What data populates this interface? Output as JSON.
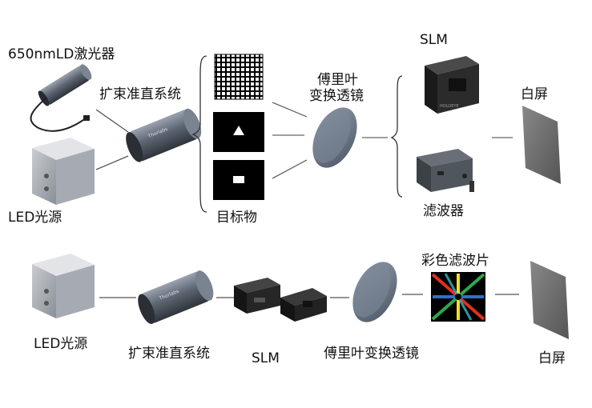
{
  "top": {
    "laser_label": "650nmLD激光器",
    "led_label": "LED光源",
    "expander_label": "扩束准直系统",
    "object_label": "目标物",
    "lens_label_line1": "傅里叶",
    "lens_label_line2": "变换透镜",
    "slm_label": "SLM",
    "filter_label": "滤波器",
    "screen_label": "白屏"
  },
  "bottom": {
    "led_label": "LED光源",
    "expander_label": "扩束准直系统",
    "slm_label": "SLM",
    "lens_label": "傅里叶变换透镜",
    "color_filter_label": "彩色滤波片",
    "screen_label": "白屏"
  },
  "colors": {
    "device_dark": "#2b2b2b",
    "device_grey": "#6e7784",
    "screen_grey": "#707070",
    "line_grey": "#555555",
    "filter_red": "#e03020",
    "filter_green": "#2ea84a",
    "filter_yellow": "#f0e020",
    "filter_blue": "#2f6fd0",
    "filter_cyan": "#3ab8c8"
  }
}
